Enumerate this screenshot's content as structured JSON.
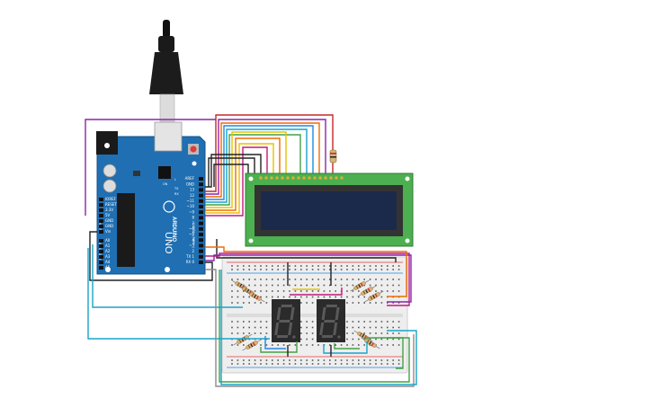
{
  "canvas": {
    "background": "#ffffff"
  },
  "arduino": {
    "brand": "ARDUINO",
    "model": "UNO",
    "digital_header_label": "DIGITAL (PWM~)",
    "power_label": "POWER",
    "analog_label": "ANALOG IN",
    "on_label": "ON",
    "tx_label": "TX",
    "rx_label": "RX",
    "l_label": "L",
    "top_pins": [
      "AREF",
      "GND",
      "13",
      "12",
      "~11",
      "~10",
      "~9",
      "8",
      "7",
      "~6",
      "~5",
      "4",
      "~3",
      "2",
      "TX 1",
      "RX 0"
    ],
    "power_pins": [
      "IOREF",
      "RESET",
      "3.3V",
      "5V",
      "GND",
      "GND",
      "Vin"
    ],
    "analog_pins": [
      "A0",
      "A1",
      "A2",
      "A3",
      "A4",
      "A5"
    ],
    "board_color": "#1f6fb2"
  },
  "lcd": {
    "pin_count": 16,
    "bezel_color": "#4caf50",
    "screen_color": "#1b2a4a"
  },
  "displays": [
    {
      "name": "seven-segment-left",
      "digit": "8"
    },
    {
      "name": "seven-segment-right",
      "digit": "8"
    }
  ],
  "wire_colors": {
    "red": "#c62828",
    "orange": "#ef6c00",
    "yellow": "#e6c200",
    "green": "#43a047",
    "blue": "#1e88e5",
    "cyan": "#1aa3c9",
    "purple": "#8e24aa",
    "magenta": "#c2187d",
    "black": "#222222",
    "gray": "#8c8c8c"
  }
}
